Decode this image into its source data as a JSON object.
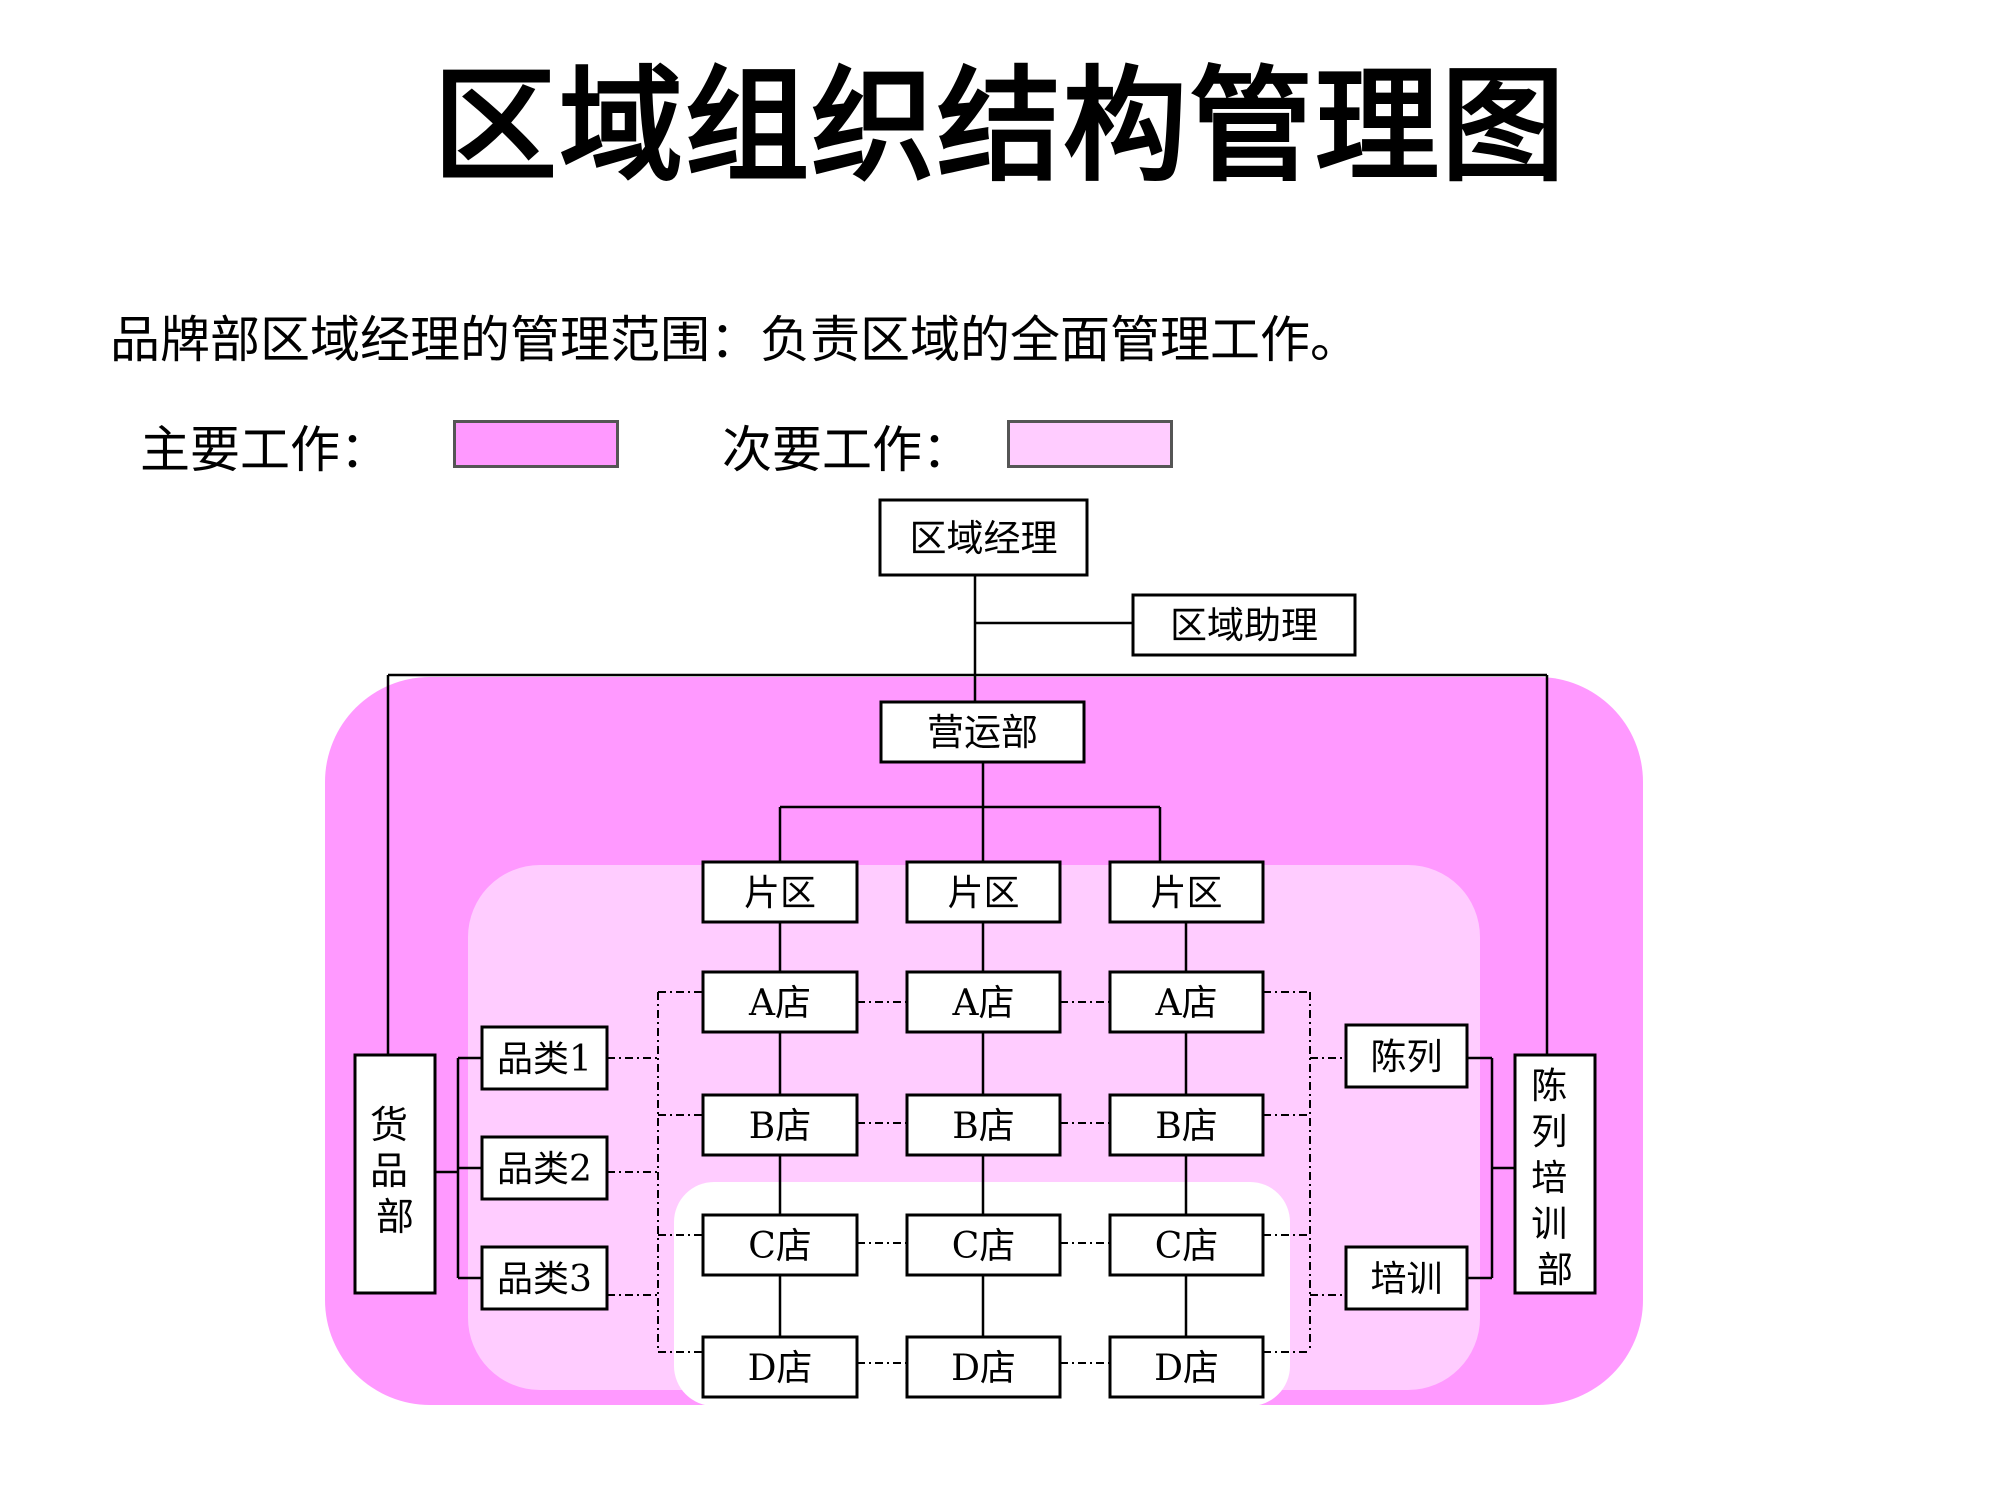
{
  "title": "区域组织结构管理图",
  "subtitle": "品牌部区域经理的管理范围：负责区域的全面管理工作。",
  "legend": {
    "primary": {
      "label": "主要工作：",
      "color": "#ff99ff"
    },
    "secondary": {
      "label": "次要工作：",
      "color": "#ffccff"
    }
  },
  "zone_colors": {
    "outer": "#ff99ff",
    "middle": "#ffccff",
    "inner": "#ffffff"
  },
  "nodes": {
    "manager": "区域经理",
    "assistant": "区域助理",
    "operations": "营运部",
    "district1": "片区",
    "district2": "片区",
    "district3": "片区",
    "a1": "A店",
    "a2": "A店",
    "a3": "A店",
    "b1": "B店",
    "b2": "B店",
    "b3": "B店",
    "c1": "C店",
    "c2": "C店",
    "c3": "C店",
    "d1": "D店",
    "d2": "D店",
    "d3": "D店",
    "goods": "货品部",
    "category1": "品类1",
    "category2": "品类2",
    "category3": "品类3",
    "display": "陈列",
    "training": "培训",
    "display_training": "陈列培训部"
  }
}
